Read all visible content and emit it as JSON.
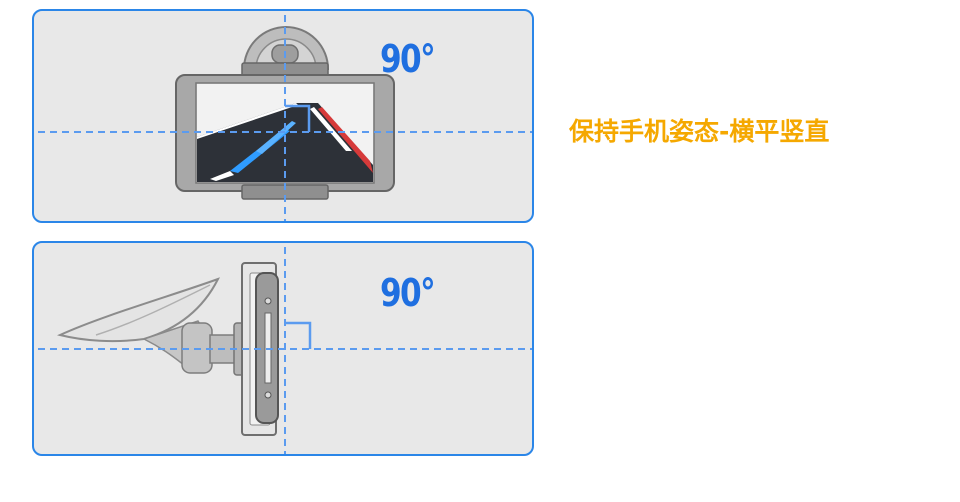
{
  "panels": {
    "landscape": {
      "angle_label": "90°"
    },
    "side": {
      "angle_label": "90°"
    }
  },
  "caption": "保持手机姿态-横平竖直",
  "colors": {
    "panel_border": "#2b86e8",
    "panel_fill": "#e8e8e8",
    "guide_line": "#5b9bef",
    "angle_text": "#1f6fe0",
    "caption_text": "#f5a800"
  },
  "icons": [
    "suction-cup-mount-icon",
    "phone-landscape-icon",
    "road-view-icon",
    "right-angle-marker-icon",
    "phone-side-profile-icon"
  ]
}
